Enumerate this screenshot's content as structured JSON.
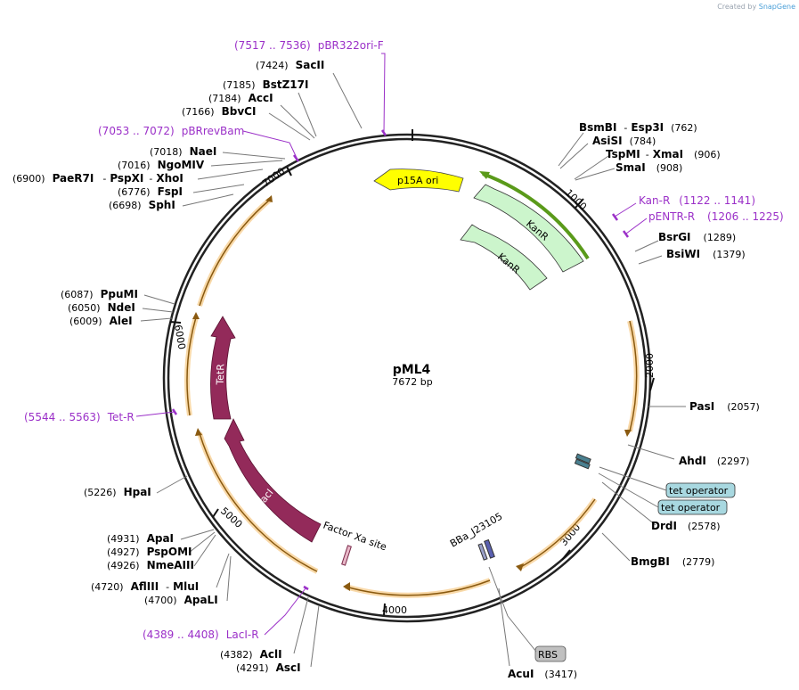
{
  "brand": {
    "prefix": "Created by",
    "name": "SnapGene"
  },
  "plasmid": {
    "name": "pML4",
    "length_label": "7672 bp"
  },
  "ticks": [
    "1000",
    "2000",
    "3000",
    "4000",
    "5000",
    "6000",
    "7000"
  ],
  "features": {
    "p15a": "p15A ori",
    "kanr1": "KanR",
    "kanr2": "KanR",
    "tetr": "TetR",
    "laci": "lacI",
    "factorxa": "Factor Xa site",
    "bba": "BBa_J23105",
    "rbs": "RBS",
    "tetop1": "tet operator",
    "tetop2": "tet operator"
  },
  "sites": {
    "sacII": {
      "pos": "(7424)",
      "name": "SacII"
    },
    "bstz17i": {
      "pos": "(7185)",
      "name": "BstZ17I"
    },
    "acci": {
      "pos": "(7184)",
      "name": "AccI"
    },
    "bbvci": {
      "pos": "(7166)",
      "name": "BbvCI"
    },
    "naei": {
      "pos": "(7018)",
      "name": "NaeI"
    },
    "ngomiv": {
      "pos": "(7016)",
      "name": "NgoMIV"
    },
    "paer7i": {
      "pos": "(6900)",
      "name": "PaeR7I",
      "name2": "PspXI",
      "name3": "XhoI"
    },
    "fspi": {
      "pos": "(6776)",
      "name": "FspI"
    },
    "sphi": {
      "pos": "(6698)",
      "name": "SphI"
    },
    "ppumi": {
      "pos": "(6087)",
      "name": "PpuMI"
    },
    "ndei": {
      "pos": "(6050)",
      "name": "NdeI"
    },
    "alei": {
      "pos": "(6009)",
      "name": "AleI"
    },
    "hpai": {
      "pos": "(5226)",
      "name": "HpaI"
    },
    "apai": {
      "pos": "(4931)",
      "name": "ApaI"
    },
    "pspomi": {
      "pos": "(4927)",
      "name": "PspOMI"
    },
    "nmeaiii": {
      "pos": "(4926)",
      "name": "NmeAIII"
    },
    "afliii": {
      "pos": "(4720)",
      "name": "AflIII",
      "name2": "MluI"
    },
    "apali": {
      "pos": "(4700)",
      "name": "ApaLI"
    },
    "acli": {
      "pos": "(4382)",
      "name": "AclI"
    },
    "asci": {
      "pos": "(4291)",
      "name": "AscI"
    },
    "bsmbi": {
      "name": "BsmBI",
      "name2": "Esp3I",
      "pos": "(762)"
    },
    "asisi": {
      "name": "AsiSI",
      "pos": "(784)"
    },
    "tspmi": {
      "name": "TspMI",
      "name2": "XmaI",
      "pos": "(906)"
    },
    "smai": {
      "name": "SmaI",
      "pos": "(908)"
    },
    "bsrgi": {
      "name": "BsrGI",
      "pos": "(1289)"
    },
    "bsiwi": {
      "name": "BsiWI",
      "pos": "(1379)"
    },
    "pasi": {
      "name": "PasI",
      "pos": "(2057)"
    },
    "ahdi": {
      "name": "AhdI",
      "pos": "(2297)"
    },
    "drdi": {
      "name": "DrdI",
      "pos": "(2578)"
    },
    "bmgbi": {
      "name": "BmgBI",
      "pos": "(2779)"
    },
    "acui": {
      "name": "AcuI",
      "pos": "(3417)"
    }
  },
  "primers": {
    "pbr322": {
      "range": "(7517 .. 7536)",
      "name": "pBR322ori-F"
    },
    "pbrrev": {
      "range": "(7053 .. 7072)",
      "name": "pBRrevBam"
    },
    "tetr": {
      "range": "(5544 .. 5563)",
      "name": "Tet-R"
    },
    "lacir": {
      "range": "(4389 .. 4408)",
      "name": "LacI-R"
    },
    "kanr": {
      "name": "Kan-R",
      "range": "(1122 .. 1141)"
    },
    "pentr": {
      "name": "pENTR-R",
      "range": "(1206 .. 1225)"
    }
  },
  "colors": {
    "backbone": "#222222",
    "cds_orange": "#f0a030",
    "kanr": "#ccf5cc",
    "p15a": "#ffff00",
    "tetr": "#932a5a",
    "primer": "#9b30c8",
    "operator": "#a8d8e0",
    "rbs": "#c0c0c0"
  }
}
